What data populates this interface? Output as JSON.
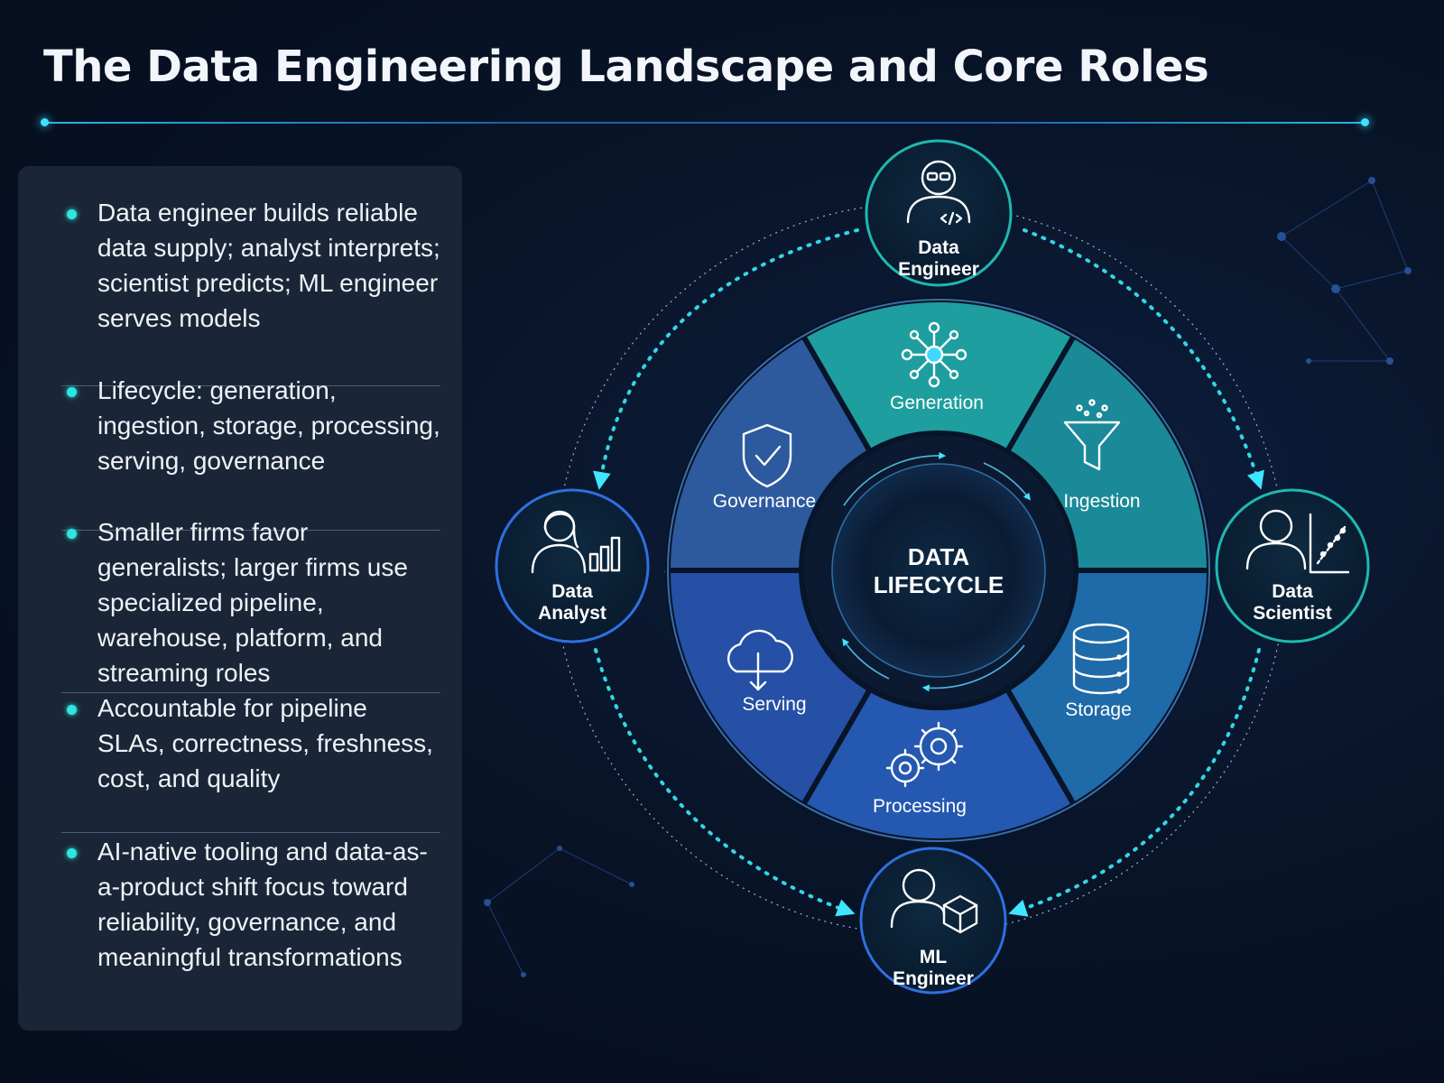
{
  "title": "The Data Engineering Landscape and Core Roles",
  "bullets": [
    "Data engineer builds reliable data supply; analyst interprets; scientist predicts; ML engineer serves models",
    "Lifecycle: generation, ingestion, storage, processing, serving, governance",
    "Smaller firms favor generalists; larger firms use specialized pipeline, warehouse, platform, and streaming roles",
    "Accountable for pipeline SLAs, correctness, freshness, cost, and quality",
    "AI-native tooling and data-as-a-product shift focus toward reliability, governance, and meaningful transformations"
  ],
  "lifecycle": {
    "center_line1": "DATA",
    "center_line2": "LIFECYCLE",
    "stages": [
      {
        "label": "Generation",
        "icon": "network-nodes-icon",
        "color": "#1e9e9e"
      },
      {
        "label": "Ingestion",
        "icon": "funnel-icon",
        "color": "#1b8a98"
      },
      {
        "label": "Storage",
        "icon": "database-icon",
        "color": "#1f6aa8"
      },
      {
        "label": "Processing",
        "icon": "gears-icon",
        "color": "#2558b0"
      },
      {
        "label": "Serving",
        "icon": "cloud-download-icon",
        "color": "#2550a6"
      },
      {
        "label": "Governance",
        "icon": "shield-check-icon",
        "color": "#2d5a9e"
      }
    ]
  },
  "roles": {
    "data_engineer": {
      "line1": "Data",
      "line2": "Engineer",
      "icon": "person-code-icon"
    },
    "data_scientist": {
      "line1": "Data",
      "line2": "Scientist",
      "icon": "person-scatter-icon"
    },
    "ml_engineer": {
      "line1": "ML",
      "line2": "Engineer",
      "icon": "person-cube-icon"
    },
    "data_analyst": {
      "line1": "Data",
      "line2": "Analyst",
      "icon": "person-chart-icon"
    }
  },
  "colors": {
    "accent_cyan": "#2ee6e0",
    "ring_teal": "#1e9e9e",
    "ring_blue": "#2558b0"
  }
}
